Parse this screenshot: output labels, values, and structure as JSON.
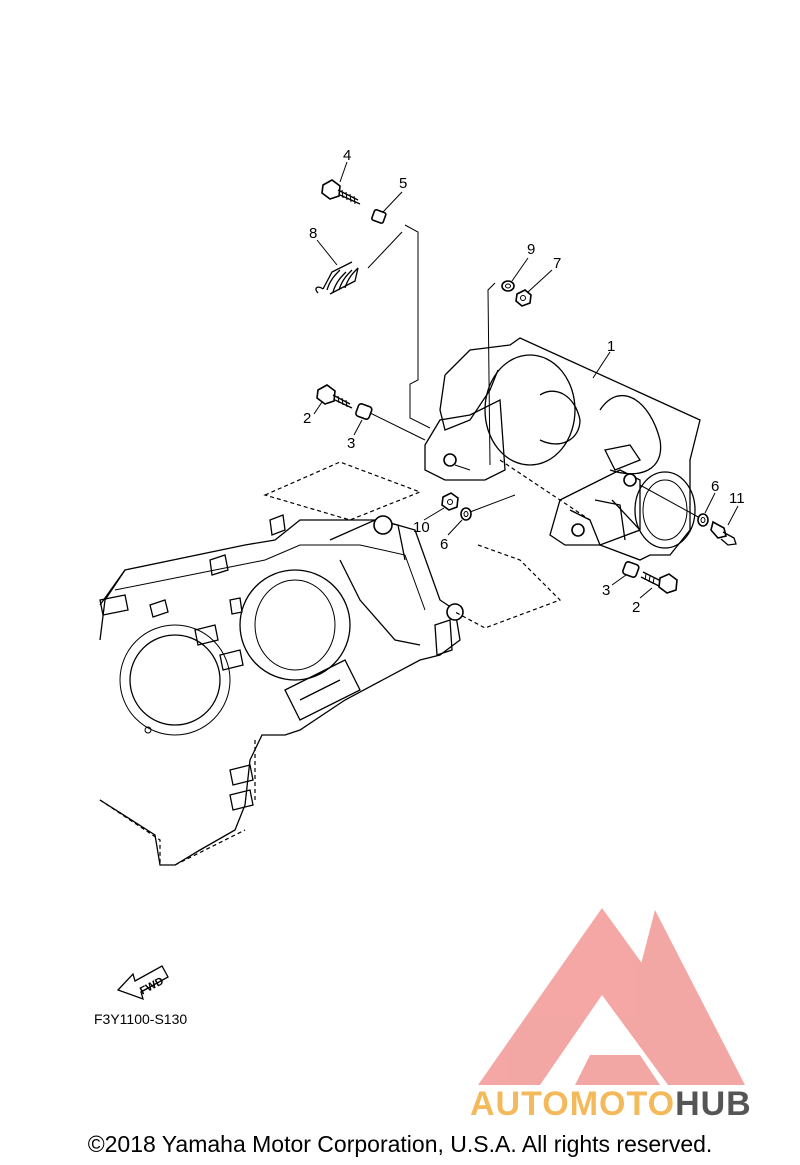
{
  "diagram": {
    "code": "F3Y1100-S130",
    "fwd_label": "FWD",
    "callouts": {
      "p1": "1",
      "p2a": "2",
      "p2b": "2",
      "p3a": "3",
      "p3b": "3",
      "p4": "4",
      "p5": "5",
      "p6a": "6",
      "p6b": "6",
      "p7": "7",
      "p8": "8",
      "p9": "9",
      "p10": "10",
      "p11": "11"
    }
  },
  "watermark": {
    "logo_alt": "AUTOMOTOHUB",
    "part_a": "AUTOMOTO",
    "part_b": "HUB",
    "colors": {
      "triangle": "#f08a86",
      "accent": "#f4b95a",
      "dark": "#555555"
    }
  },
  "footer": {
    "copyright": "©2018 Yamaha Motor Corporation, U.S.A. All rights reserved."
  }
}
